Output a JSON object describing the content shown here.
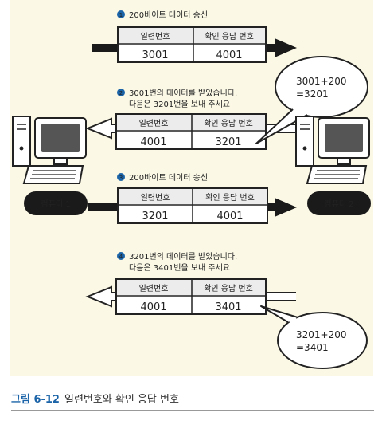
{
  "colors": {
    "panel": "#fbf8e6",
    "step_badge": "#1c64a8",
    "header_fill": "#ececec",
    "computer_label_bg": "#1a1a1a"
  },
  "steps": [
    {
      "number": "1",
      "text_lines": [
        "200바이트 데이터 송신"
      ],
      "headers": [
        "일련번호",
        "확인 응답 번호"
      ],
      "values": [
        "3001",
        "4001"
      ],
      "direction": "right"
    },
    {
      "number": "2",
      "text_lines": [
        "3001번의 데이터를 받았습니다.",
        "다음은 3201번을 보내 주세요"
      ],
      "headers": [
        "일련번호",
        "확인 응답 번호"
      ],
      "values": [
        "4001",
        "3201"
      ],
      "direction": "left"
    },
    {
      "number": "3",
      "text_lines": [
        "200바이트 데이터 송신"
      ],
      "headers": [
        "일련번호",
        "확인 응답 번호"
      ],
      "values": [
        "3201",
        "4001"
      ],
      "direction": "right"
    },
    {
      "number": "4",
      "text_lines": [
        "3201번의 데이터를 받았습니다.",
        "다음은 3401번을 보내 주세요"
      ],
      "headers": [
        "일련번호",
        "확인 응답 번호"
      ],
      "values": [
        "4001",
        "3401"
      ],
      "direction": "left"
    }
  ],
  "bubbles": [
    {
      "lines": [
        "3001+200",
        "=3201"
      ]
    },
    {
      "lines": [
        "3201+200",
        "=3401"
      ]
    }
  ],
  "computers": [
    {
      "label": "컴퓨터 1",
      "icon": "desktop-computer-icon"
    },
    {
      "label": "컴퓨터 2",
      "icon": "desktop-computer-icon"
    }
  ],
  "caption": {
    "figure": "그림 6-12",
    "title": "일련번호와 확인 응답 번호"
  }
}
